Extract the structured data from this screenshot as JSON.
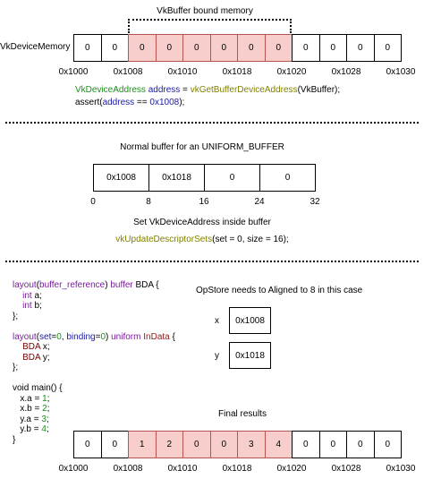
{
  "section1": {
    "bound_label": "VkBuffer bound memory",
    "row_label": "VkDeviceMemory",
    "cells": [
      "0",
      "0",
      "0",
      "0",
      "0",
      "0",
      "0",
      "0",
      "0",
      "0",
      "0",
      "0"
    ],
    "highlighted_range": [
      2,
      7
    ],
    "addresses": [
      "0x1000",
      "0x1008",
      "0x1010",
      "0x1018",
      "0x1020",
      "0x1028",
      "0x1030"
    ],
    "code_line1": {
      "type": "VkDeviceAddress",
      "var": "address",
      "eq": " = ",
      "fn": "vkGetBufferDeviceAddress",
      "args": "(VkBuffer);"
    },
    "code_line2": {
      "pre": "assert(",
      "var": "address",
      "op": " == ",
      "val": "0x1008",
      "post": ");"
    }
  },
  "section2": {
    "title": "Normal buffer for an UNIFORM_BUFFER",
    "cells": [
      "0x1008",
      "0x1018",
      "0",
      "0"
    ],
    "offsets": [
      "0",
      "8",
      "16",
      "24",
      "32"
    ],
    "subtitle": "Set VkDeviceAddress inside buffer",
    "call": {
      "fn": "vkUpdateDescriptorSets",
      "args": "(set = 0, size = 16);"
    }
  },
  "section3": {
    "code": {
      "l1_fn": "layout",
      "l1_arg": "buffer_reference",
      "l1_kw": "buffer",
      "l1_name": "BDA",
      "l1_end": " {",
      "l2_ty": "int",
      "l2_rest": " a;",
      "l3_ty": "int",
      "l3_rest": " b;",
      "l4": "};",
      "l6_fn": "layout",
      "l6_a": "set",
      "l6_av": "0",
      "l6_b": "binding",
      "l6_bv": "0",
      "l6_kw": "uniform",
      "l6_name": "InData",
      "l6_end": " {",
      "l7_ty": "BDA",
      "l7_rest": " x;",
      "l8_ty": "BDA",
      "l8_rest": " y;",
      "l9": "};",
      "l11": "void main() {",
      "l12_pre": "x.a = ",
      "l12_v": "1",
      "l13_pre": "x.b = ",
      "l13_v": "2",
      "l14_pre": "y.a = ",
      "l14_v": "3",
      "l15_pre": "y.b = ",
      "l15_v": "4",
      "l16": "}"
    },
    "opstore_note": "OpStore needs to Aligned to 8 in this case",
    "x_label": "x",
    "x_value": "0x1008",
    "y_label": "y",
    "y_value": "0x1018",
    "final_title": "Final results",
    "final_cells": [
      "0",
      "0",
      "1",
      "2",
      "0",
      "0",
      "3",
      "4",
      "0",
      "0",
      "0",
      "0"
    ],
    "final_highlighted_range": [
      2,
      7
    ],
    "addresses": [
      "0x1000",
      "0x1008",
      "0x1010",
      "0x1018",
      "0x1020",
      "0x1028",
      "0x1030"
    ]
  },
  "colors": {
    "highlight_fill": "#f8cecc",
    "highlight_border": "#b85450"
  }
}
